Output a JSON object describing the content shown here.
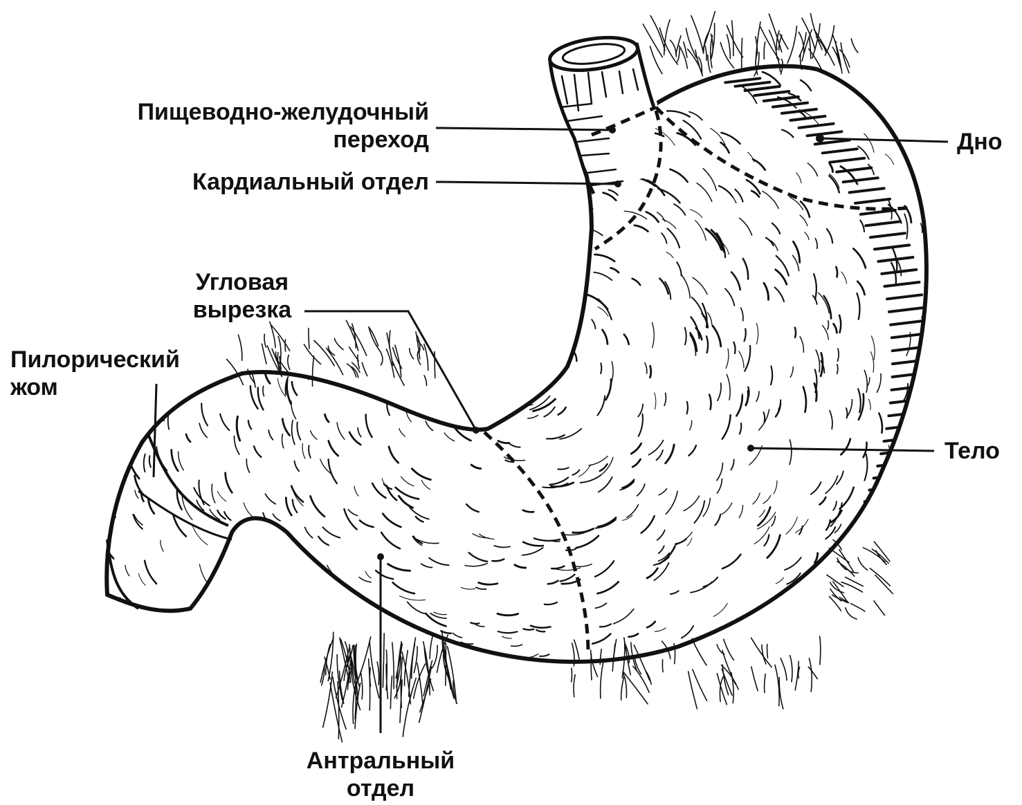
{
  "labels": {
    "junction_line1": "Пищеводно-желудочный",
    "junction_line2": "переход",
    "cardia": "Кардиальный отдел",
    "fundus": "Дно",
    "angular_line1": "Угловая",
    "angular_line2": "вырезка",
    "pylorus_line1": "Пилорический",
    "pylorus_line2": "жом",
    "body": "Тело",
    "antrum_line1": "Антральный",
    "antrum_line2": "отдел"
  },
  "colors": {
    "ink": "#111111",
    "background": "#ffffff"
  }
}
